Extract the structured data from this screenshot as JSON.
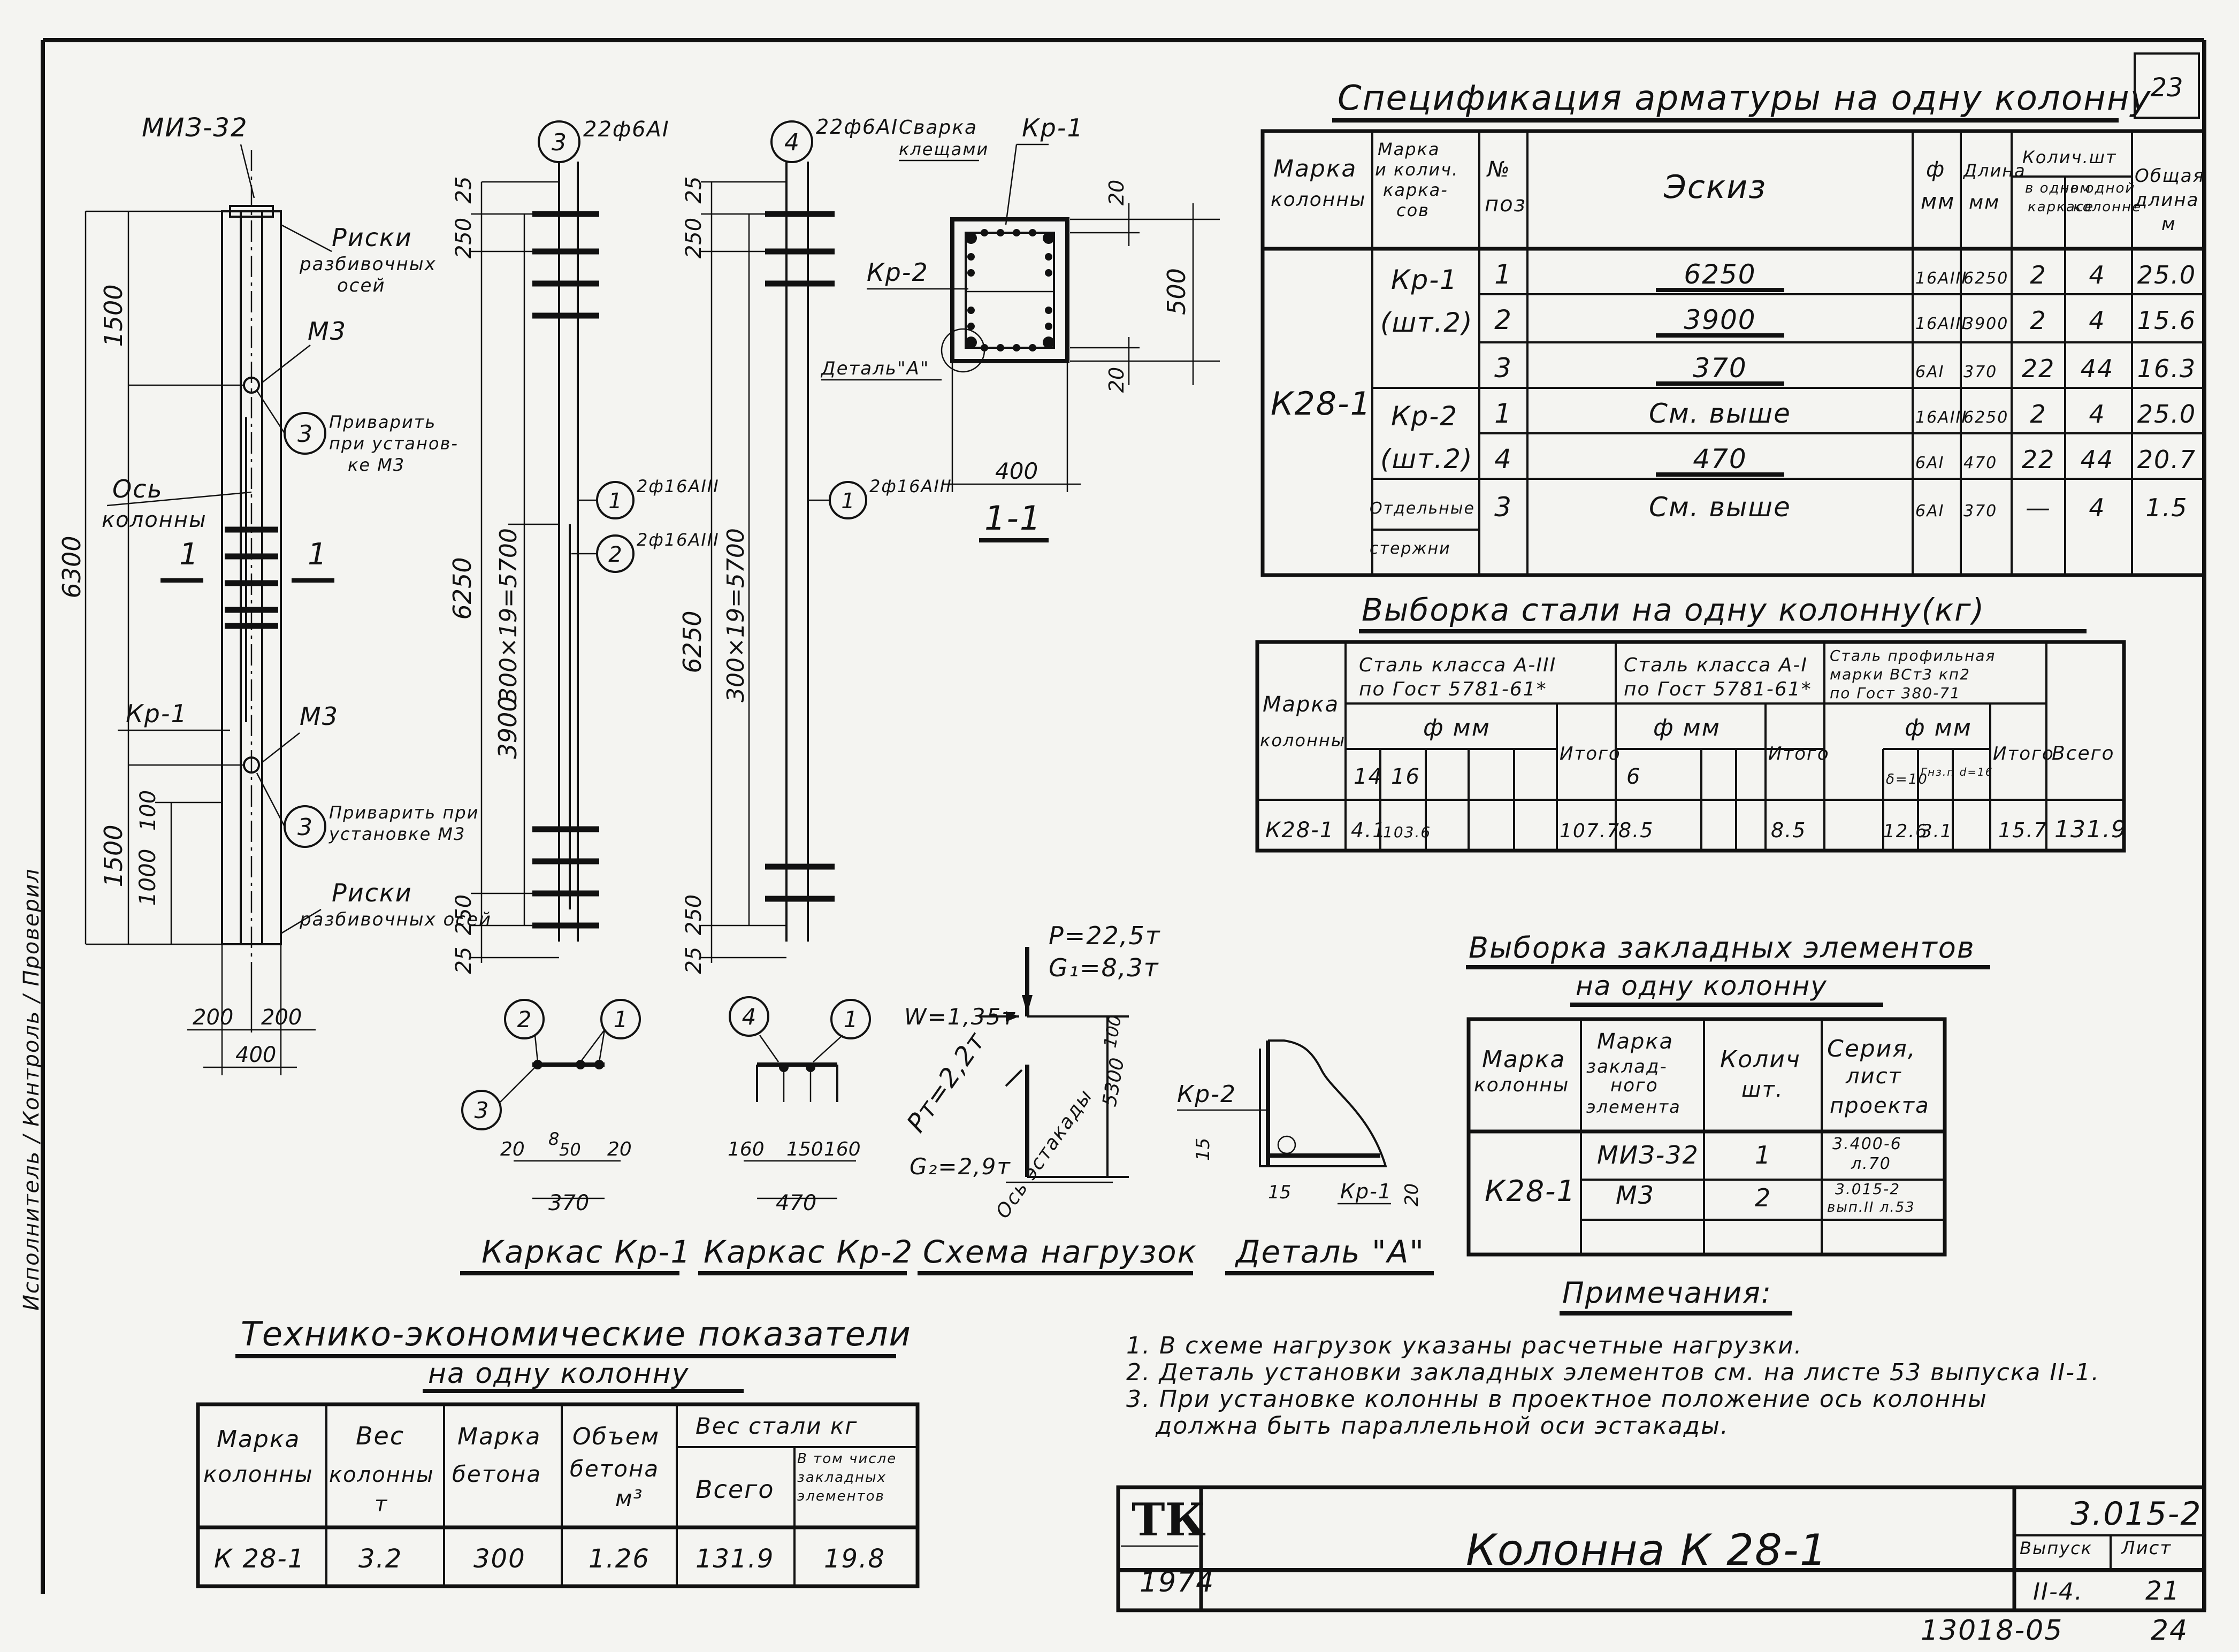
{
  "sheet": {
    "page_number": "23",
    "side_note": "Исполнитель / Контроль / Проверил",
    "stamp_bottom": "13018-05",
    "stamp_bottom_right": "24"
  },
  "column_view": {
    "mark": "МИЗ-32",
    "dims_left": [
      "1500",
      "6300",
      "1500",
      "100",
      "1000"
    ],
    "dims_bottom": [
      "200",
      "200",
      "400"
    ],
    "labels": {
      "riski_top_1": "Риски",
      "riski_top_2": "разбивочных",
      "riski_top_3": "осей",
      "m3_top": "М3",
      "weld_top_1": "Приварить",
      "weld_top_2": "при установ-",
      "weld_top_3": "ке М3",
      "bubble_3_top": "3",
      "axis_1": "Ось",
      "axis_2": "колонны",
      "section_left": "1",
      "section_right": "1",
      "kr1": "Кр-1",
      "m3_bottom": "М3",
      "bubble_3_bottom": "3",
      "weld_bottom_1": "Приварить при",
      "weld_bottom_2": "установке М3",
      "riski_bottom_1": "Риски",
      "riski_bottom_2": "разбивочных осей"
    }
  },
  "cage_kr1": {
    "bubble": "3",
    "bar_label": "22ф6АI",
    "dims_left": [
      "25",
      "250",
      "6250",
      "300×19=5700",
      "3900",
      "250",
      "25"
    ],
    "bubble_1": "1",
    "bubble_1_label": "2ф16АIII",
    "bubble_2": "2",
    "bubble_2_label": "2ф16АIII"
  },
  "cage_kr2": {
    "bubble": "4",
    "bar_label": "22ф6АI",
    "weld_label_1": "Сварка",
    "weld_label_2": "клещами",
    "dims_left": [
      "25",
      "250",
      "6250",
      "300×19=5700",
      "250",
      "25"
    ],
    "bubble_1": "1",
    "bubble_1_label": "2ф16АIII"
  },
  "section_1_1": {
    "kr1": "Кр-1",
    "kr2": "Кр-2",
    "detail": "Деталь\"А\"",
    "dims": [
      "20",
      "500",
      "20",
      "400"
    ],
    "title": "1-1"
  },
  "cross_sections": {
    "kr1": {
      "bubble_2": "2",
      "bubble_1": "1",
      "bubble_3": "3",
      "dims": [
        "20",
        "8",
        "50",
        "20",
        "370"
      ],
      "title": "Каркас Кр-1"
    },
    "kr2": {
      "bubble_4": "4",
      "bubble_1": "1",
      "dims": [
        "160",
        "150",
        "160",
        "470"
      ],
      "title": "Каркас Кр-2"
    }
  },
  "loads": {
    "p": "P=22,5т",
    "g1": "G₁=8,3т",
    "w": "W=1,35т",
    "pt": "Pт=2,2т",
    "g2": "G₂=2,9т",
    "dim": "5300",
    "dim2": "100",
    "axis": "Ось эстакады",
    "title": "Схема нагрузок"
  },
  "detail_a": {
    "kr2": "Кр-2",
    "kr1": "Кр-1",
    "dims": [
      "15",
      "15",
      "20"
    ],
    "title": "Деталь \"А\""
  },
  "spec": {
    "title": "Спецификация арматуры на одну колонну",
    "headers": {
      "mark": "Марка колонны",
      "cage": "Марка и колич. карка- сов",
      "pos": "№ поз",
      "sketch": "Эскиз",
      "dia": "ф мм",
      "len": "Длина мм",
      "qty": "Колич. шт",
      "qty_a": "в одном карка- се",
      "qty_b": "в одной колон- не",
      "total": "Общая длина м"
    },
    "column_mark": "К28-1",
    "groups": [
      {
        "cage": "Кр-1",
        "cage2": "(шт.2)"
      },
      {
        "cage": "Кр-2",
        "cage2": "(шт.2)"
      },
      {
        "cage": "Отдельные",
        "cage2": "стержни"
      }
    ],
    "rows": [
      {
        "pos": "1",
        "sketch": "6250",
        "dia": "16АIII",
        "len": "6250",
        "qa": "2",
        "qb": "4",
        "total": "25.0"
      },
      {
        "pos": "2",
        "sketch": "3900",
        "dia": "16АIII",
        "len": "3900",
        "qa": "2",
        "qb": "4",
        "total": "15.6"
      },
      {
        "pos": "3",
        "sketch": "370",
        "dia": "6АI",
        "len": "370",
        "qa": "22",
        "qb": "44",
        "total": "16.3"
      },
      {
        "pos": "1",
        "sketch": "См. выше",
        "dia": "16АIII",
        "len": "6250",
        "qa": "2",
        "qb": "4",
        "total": "25.0"
      },
      {
        "pos": "4",
        "sketch": "470",
        "dia": "6АI",
        "len": "470",
        "qa": "22",
        "qb": "44",
        "total": "20.7"
      },
      {
        "pos": "3",
        "sketch": "См. выше",
        "dia": "6АI",
        "len": "370",
        "qa": "—",
        "qb": "4",
        "total": "1.5"
      }
    ]
  },
  "steel": {
    "title": "Выборка стали на одну колонну(кг)",
    "h_mark": "Марка колонны",
    "h_a3": "Сталь класса А-III по Гост 5781-61*",
    "h_a1": "Сталь класса А-I по Гост 5781-61*",
    "h_prof": "Сталь профильная марки ВСт3 кп2 по Гост 380-71",
    "h_dia": "ф мм",
    "h_total": "Итого",
    "h_all": "Всего",
    "d14": "14",
    "d16": "16",
    "d6": "6",
    "d_prof1": "δ=10",
    "d_prof2": "Гнз.п d=16",
    "row": {
      "mark": "К28-1",
      "v14": "4.1",
      "v16": "103.6",
      "it1": "107.7",
      "v6": "8.5",
      "it2": "8.5",
      "p1": "12.6",
      "p2": "3.1",
      "it3": "15.7",
      "all": "131.9"
    }
  },
  "embedded": {
    "title_1": "Выборка закладных элементов",
    "title_2": "на одну колонну",
    "headers": {
      "mark": "Марка колонны",
      "el": "Марка заклад- ного элемента",
      "qty": "Колич шт.",
      "series": "Серия, лист проекта"
    },
    "column_mark": "К28-1",
    "rows": [
      {
        "el": "МИЗ-32",
        "qty": "1",
        "series_1": "3.400-6",
        "series_2": "л.70"
      },
      {
        "el": "М3",
        "qty": "2",
        "series_1": "3.015-2",
        "series_2": "вып.II л.53"
      }
    ]
  },
  "tep": {
    "title_1": "Технико-экономические показатели",
    "title_2": "на одну колонну",
    "headers": {
      "mark": "Марка колонны",
      "weight": "Вес колонны т",
      "concrete": "Марка бетона",
      "volume": "Объем бетона м³",
      "steel": "Вес стали кг",
      "all": "Всего",
      "incl": "В том числе закладных элементов"
    },
    "row": {
      "mark": "К 28-1",
      "weight": "3.2",
      "concrete": "300",
      "volume": "1.26",
      "all": "131.9",
      "incl": "19.8"
    }
  },
  "notes": {
    "title": "Примечания:",
    "items": [
      "1. В схеме нагрузок указаны расчетные нагрузки.",
      "2. Деталь установки закладных элементов см. на листе 53 выпуска II-1.",
      "3. При установке колонны в проектное положение ось колонны",
      "должна быть параллельной оси эстакады."
    ]
  },
  "titleblock": {
    "logo": "ТК",
    "year": "1974",
    "name": "Колонна К 28-1",
    "series": "3.015-2",
    "issue_h": "Выпуск",
    "issue": "II-4.",
    "sheet_h": "Лист",
    "sheet": "21"
  }
}
